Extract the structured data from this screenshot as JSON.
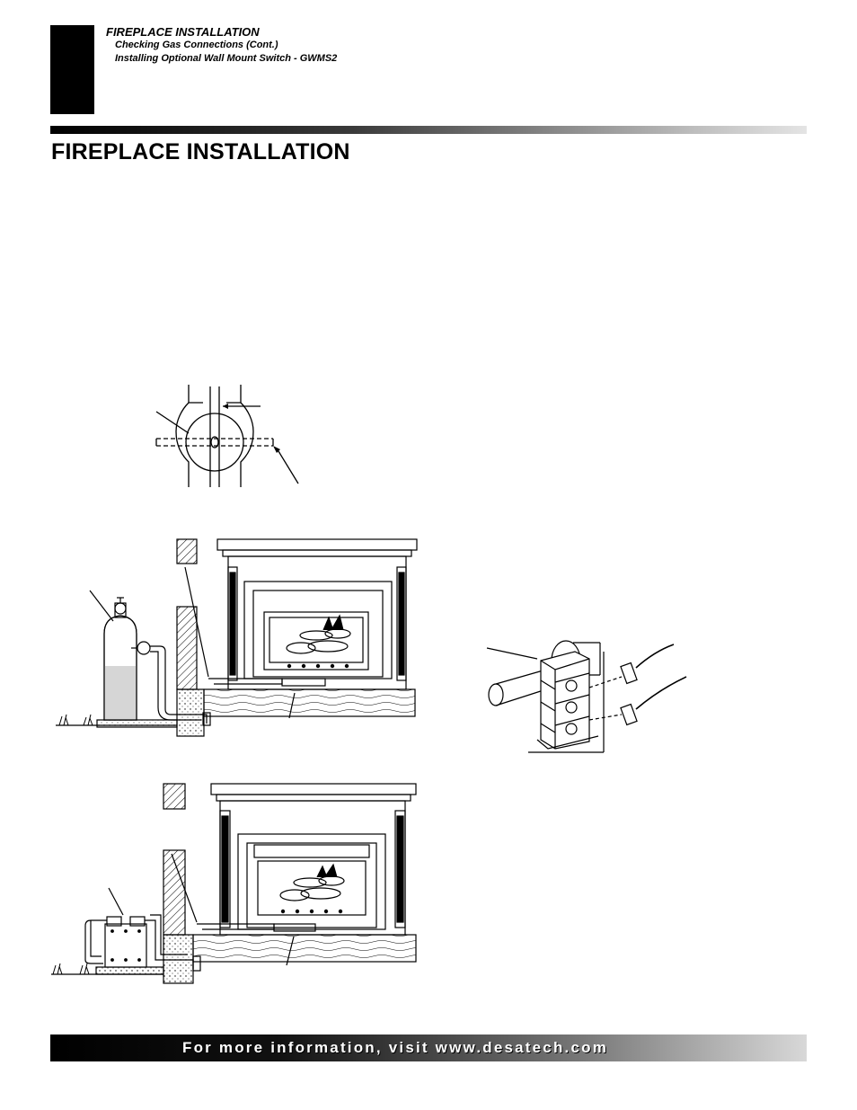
{
  "header": {
    "section": "FIREPLACE INSTALLATION",
    "subtitles": [
      "Checking Gas Connections (Cont.)",
      "Installing Optional Wall Mount Switch - GWMS2"
    ]
  },
  "page_title": "FIREPLACE INSTALLATION",
  "footer": {
    "text": "For more information, visit www.desatech.com"
  },
  "colors": {
    "tab": "#000000",
    "liquid": "#d6d6d6",
    "hatch": "#000000"
  },
  "figures": [
    {
      "name": "valve-detail-figure"
    },
    {
      "name": "tank-fireplace-figure"
    },
    {
      "name": "wall-switch-wiring-figure"
    },
    {
      "name": "regulator-fireplace-figure"
    }
  ]
}
